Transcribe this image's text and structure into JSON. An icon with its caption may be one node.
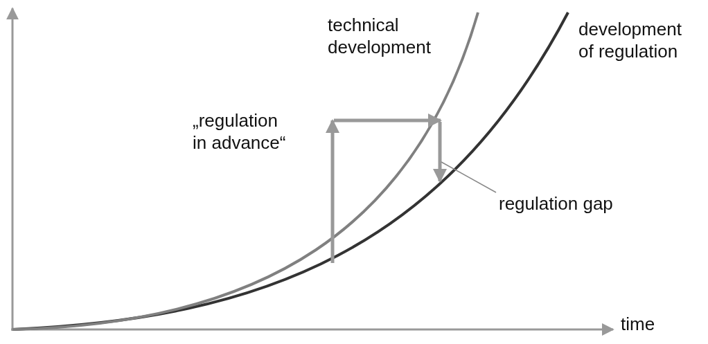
{
  "diagram": {
    "nodes": [
      {
        "text": [
          "regulation gap"
        ]
      },
      {
        "text": [],
        "shape": "arrow"
      }
    ],
    "edges": [
      {
        "from": 0,
        "to": 1,
        "arrow": "none"
      }
    ],
    "labels": [
      "technical development",
      "development of regulation",
      "„regulation in advance“",
      "time"
    ]
  }
}
